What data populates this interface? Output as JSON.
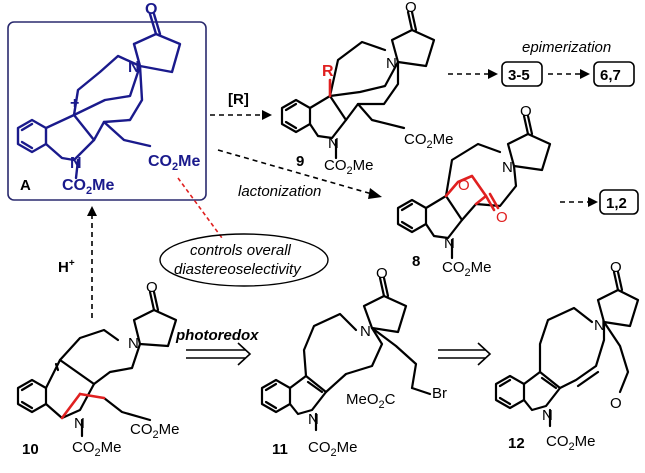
{
  "labels": {
    "A": "A",
    "R_reagent": "[R]",
    "R_group": "R",
    "c9": "9",
    "c8": "8",
    "c10": "10",
    "c11": "11",
    "c12": "12",
    "target_35": "3-5",
    "target_67": "6,7",
    "target_12": "1,2",
    "epimerization": "epimerization",
    "lactonization": "lactonization",
    "acid": "H",
    "acid_sup": "+",
    "photoredox": "photoredox",
    "ellipse_line1": "controls overall",
    "ellipse_line2": "diastereoselectivity",
    "O": "O",
    "N": "N",
    "Br": "Br",
    "CO2Me": "CO",
    "sub2": "2",
    "Me": "Me",
    "MeO2C_a": "MeO",
    "MeO2C_b": "C",
    "plus": "+"
  },
  "colors": {
    "intermediate_blue": "#1a1a8c",
    "highlight_red": "#e02020",
    "box_border": "#2a2a6e"
  }
}
